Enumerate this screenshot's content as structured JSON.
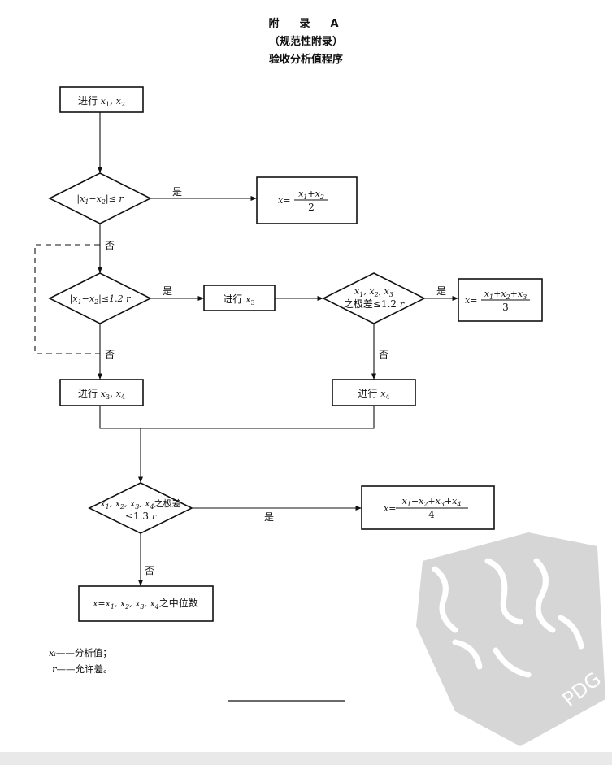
{
  "header": {
    "title": "附　录　A",
    "subtitle": "（规范性附录）",
    "heading": "验收分析值程序"
  },
  "flow": {
    "start": "进行 x₁, x₂",
    "d1": "|x₁−x₂|≤ r",
    "r1": "x = (x₁ + x₂) / 2",
    "d2": "|x₁−x₂|≤1.2 r",
    "run_x3": "进行 x₃",
    "d3": [
      "x₁, x₂, x₃",
      "之极差≤1.2 r"
    ],
    "r2": "x = (x₁ + x₂ + x₃) / 3",
    "run_x3x4": "进行 x₃, x₄",
    "run_x4": "进行 x₄",
    "d4": [
      "x₁, x₂, x₃, x₄ 之极差",
      "≤1.3 r"
    ],
    "r3": "x = (x₁ + x₂ + x₃ + x₄) / 4",
    "r4": "x = x₁, x₂, x₃, x₄ 之中位数",
    "yes": "是",
    "no": "否"
  },
  "legend": [
    {
      "sym": "xᵢ",
      "desc": "——分析值；"
    },
    {
      "sym": "r",
      "desc": "——允许差。"
    }
  ],
  "watermark": "PDG"
}
